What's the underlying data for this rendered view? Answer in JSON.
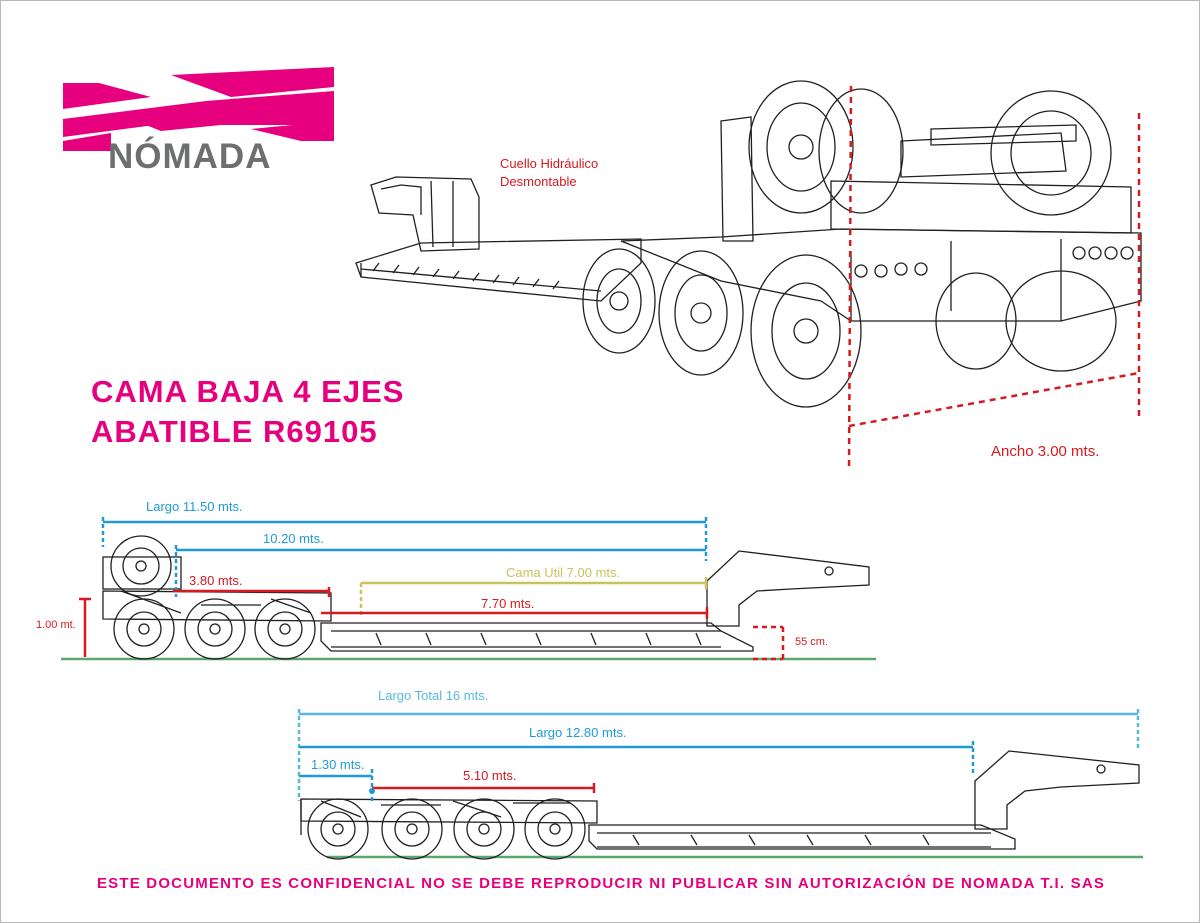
{
  "brand": {
    "name": "NÓMADA",
    "logo_color": "#e6007e",
    "text_color": "#6d6e70"
  },
  "title": {
    "line1": "CAMA BAJA   4   EJES",
    "line2": "ABATIBLE  R69105"
  },
  "callouts": {
    "neck": {
      "line1": "Cuello Hidráulico",
      "line2": "Desmontable"
    },
    "width": "Ancho  3.00 mts."
  },
  "side_view": {
    "total_length": "Largo   11.50 mts.",
    "length_2": "10.20 mts.",
    "length_3": "3.80 mts.",
    "useful_bed": "Cama  Util  7.00 mts.",
    "bed_length": "7.70 mts.",
    "height": "1.00 mt.",
    "deck_height": "55 cm."
  },
  "extended_view": {
    "total_length": "Largo  Total   16 mts.",
    "length": "Largo   12.80 mts.",
    "length_2": "1.30 mts.",
    "length_3": "5.10 mts."
  },
  "footer": "ESTE DOCUMENTO ES CONFIDENCIAL NO SE DEBE REPRODUCIR NI PUBLICAR SIN AUTORIZACIÓN DE NOMADA T.I. SAS",
  "colors": {
    "accent": "#e6007e",
    "dimension_red": "#d71920",
    "dimension_blue": "#1f9ad6",
    "dimension_olive": "#c9c35a",
    "ground": "#5aa86e",
    "line": "#231f20"
  }
}
